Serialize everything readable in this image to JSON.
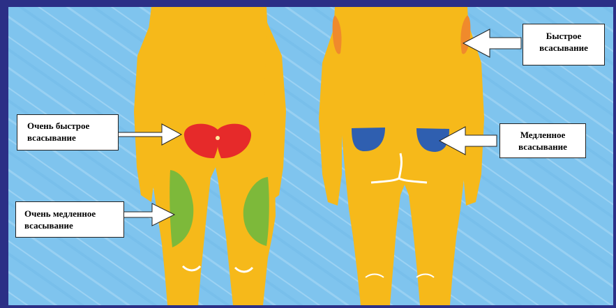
{
  "labels": {
    "fast": "Быстрое\nвсасывание",
    "very_fast": "Очень быстрое\n всасывание",
    "slow": "Медленное\nвсасывание",
    "very_slow": "Очень медленное\n всасывание"
  },
  "colors": {
    "frame": "#2b2f86",
    "background": "#7fc4ee",
    "body": "#f6b91a",
    "very_fast_zone": "#e62a2a",
    "fast_zone": "#f08a2c",
    "slow_zone": "#2f5fb0",
    "very_slow_zone": "#7db93a",
    "label_box": "#ffffff"
  }
}
